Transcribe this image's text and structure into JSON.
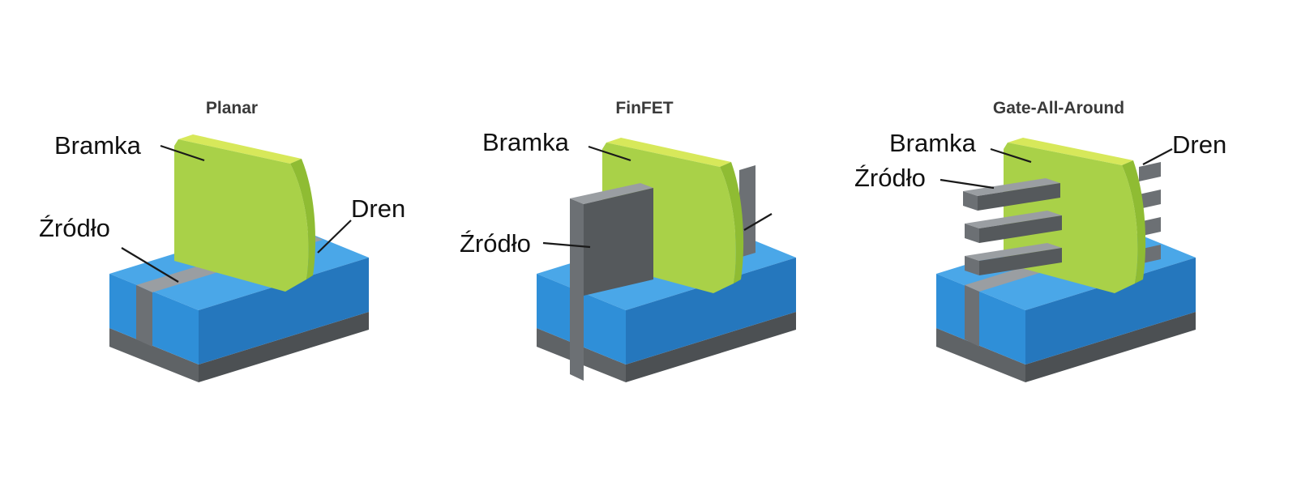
{
  "diagrams": [
    {
      "title": "Planar",
      "gate_label": "Bramka",
      "source_label": "Źródło",
      "drain_label": "Dren"
    },
    {
      "title": "FinFET",
      "gate_label": "Bramka",
      "source_label": "Źródło",
      "drain_label": ""
    },
    {
      "title": "Gate-All-Around",
      "gate_label": "Bramka",
      "source_label": "Źródło",
      "drain_label": "Dren"
    }
  ],
  "colors": {
    "oxide": "#2f8fd8",
    "substrate": "#5f6366",
    "channel": "#6c7074",
    "gate": "#a9d148"
  }
}
